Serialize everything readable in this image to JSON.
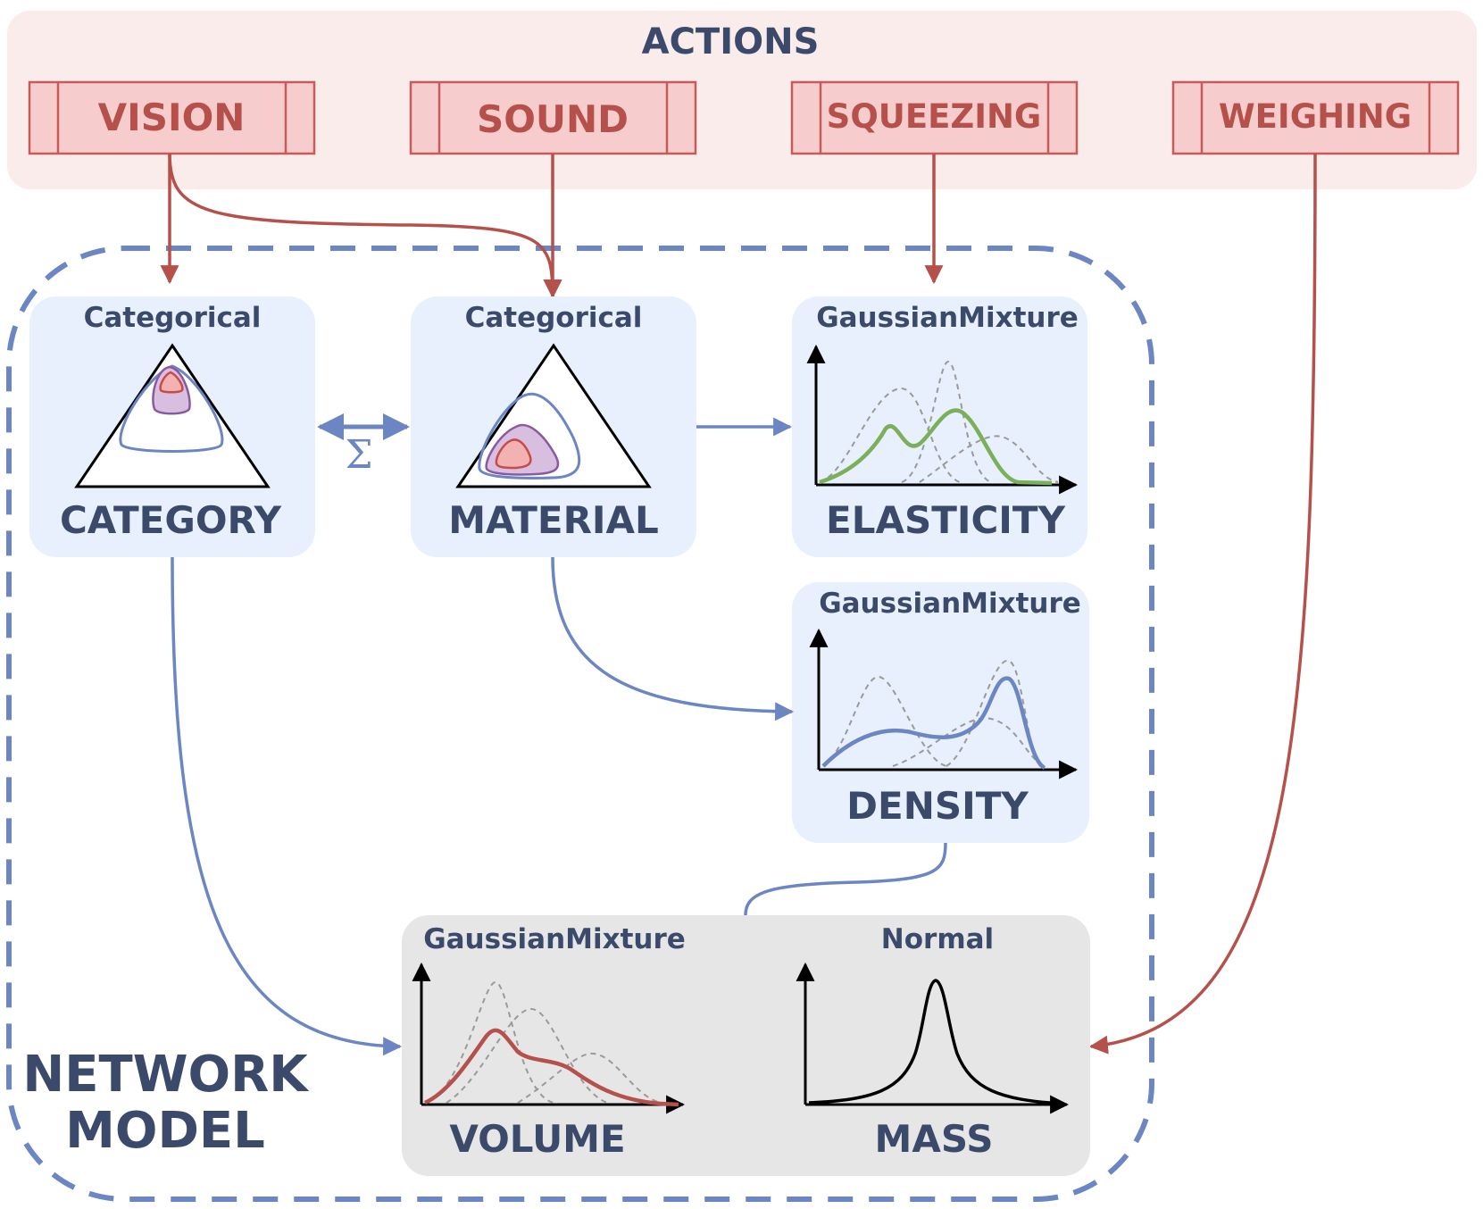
{
  "actions": {
    "title": "ACTIONS",
    "items": [
      {
        "label": "VISION"
      },
      {
        "label": "SOUND"
      },
      {
        "label": "SQUEEZING"
      },
      {
        "label": "WEIGHING"
      }
    ]
  },
  "network": {
    "label_line1": "NETWORK",
    "label_line2": "MODEL"
  },
  "nodes": {
    "category": {
      "distribution": "Categorical",
      "label": "CATEGORY"
    },
    "material": {
      "distribution": "Categorical",
      "label": "MATERIAL"
    },
    "elasticity": {
      "distribution": "GaussianMixture",
      "label": "ELASTICITY"
    },
    "density": {
      "distribution": "GaussianMixture",
      "label": "DENSITY"
    },
    "volume": {
      "distribution": "GaussianMixture",
      "label": "VOLUME"
    },
    "mass": {
      "distribution": "Normal",
      "label": "MASS"
    }
  },
  "sum_symbol": "Σ",
  "colors": {
    "action_panel": "#f9ecea",
    "action_box": "#f7cccc",
    "action_border": "#c85a5a",
    "action_text": "#b5504b",
    "node_bg": "#e7f0fc",
    "output_bg": "#e6e6e6",
    "blue_line": "#6b86c2",
    "red_line": "#b5504b",
    "navy_text": "#3b4a6b",
    "green_curve": "#7ab05a",
    "blue_curve": "#6b86c2",
    "red_curve": "#b5504b"
  }
}
